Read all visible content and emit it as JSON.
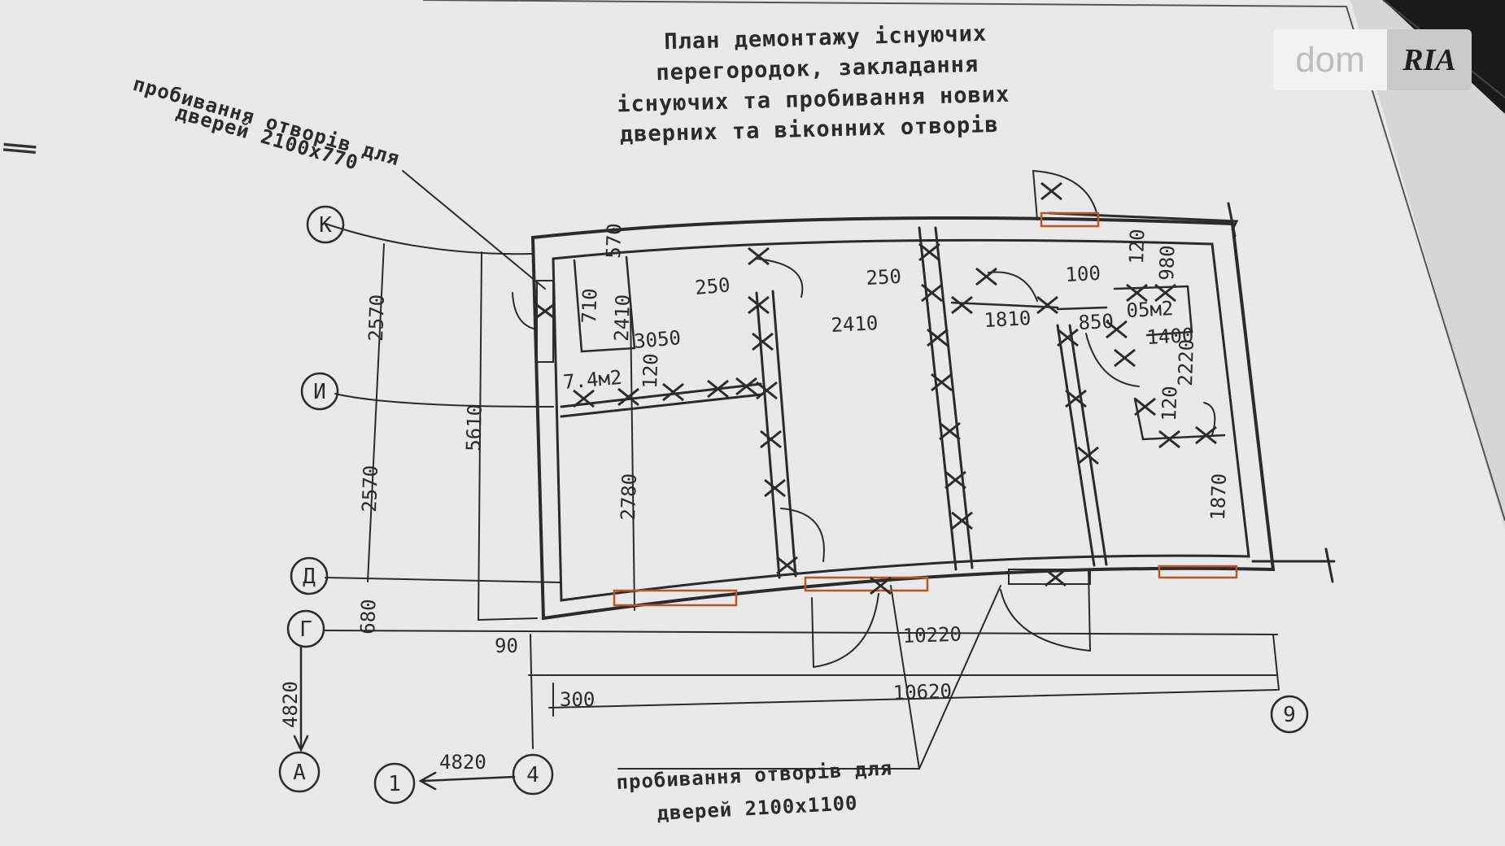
{
  "drawing": {
    "title_lines": [
      "План демонтажу існуючих",
      "перегородок, закладання",
      "існуючих та пробивання нових",
      "дверних та віконних отворів"
    ],
    "note_top_lines": [
      "пробивання отворів для",
      "дверей 2100х770"
    ],
    "note_bottom_lines": [
      "пробивання отворів для",
      "дверей 2100х1100"
    ],
    "axes": {
      "k": "К",
      "i": "И",
      "d": "Д",
      "g": "Г",
      "a": "А",
      "one": "1",
      "four": "4",
      "nine": "9"
    },
    "dims": {
      "d2570a": "2570",
      "d2570b": "2570",
      "d5610": "5610",
      "d680": "680",
      "d4820v": "4820",
      "d570": "570",
      "d710": "710",
      "d2410v": "2410",
      "d3050": "3050",
      "d120a": "120",
      "d2780": "2780",
      "d250a": "250",
      "d250b": "250",
      "d2410h": "2410",
      "d1810": "1810",
      "d100": "100",
      "d850": "850",
      "d120b": "120",
      "d980": "980",
      "d1400": "1400",
      "d2220": "2220",
      "d120c": "120",
      "d1870": "1870",
      "d90": "90",
      "d300": "300",
      "d10220": "10220",
      "d10620": "10620",
      "d4820h": "4820"
    },
    "areas": {
      "room1": "7.4м2",
      "room2": "05м2"
    }
  },
  "watermark": {
    "dom": "dom",
    "ria": "RIA"
  },
  "colors": {
    "paper": "#e9e9e9",
    "ink": "#2b2b2b",
    "brick": "#b8562a",
    "background": "#1a1a1a"
  }
}
